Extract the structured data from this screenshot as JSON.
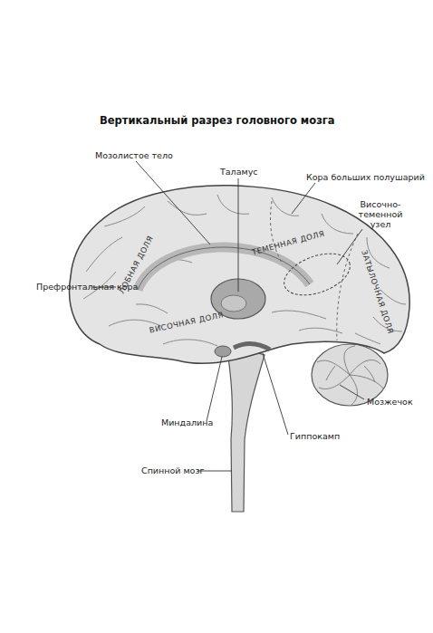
{
  "diagram": {
    "title": "Вертикальный разрез головного мозга",
    "labels": [
      "Мозолистое тело",
      "Таламус",
      "Кора больших полушарий",
      "Височно-теменной узел",
      "Префронтальная кора",
      "ЛОБНАЯ ДОЛЯ",
      "ТЕМЕННАЯ ДОЛЯ",
      "ВИСОЧНАЯ ДОЛЯ",
      "ЗАТЫЛОЧНАЯ ДОЛЯ",
      "Мозжечок",
      "Миндалина",
      "Гиппокамп",
      "Спинной мозг"
    ]
  }
}
